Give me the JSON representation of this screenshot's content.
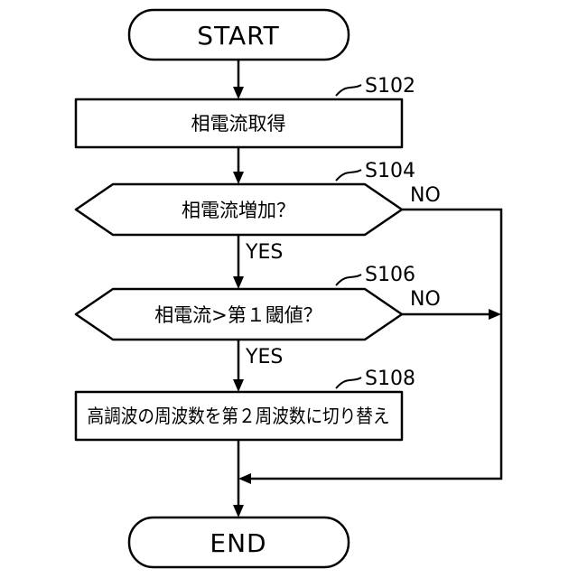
{
  "diagram": {
    "start_label": "START",
    "end_label": "END",
    "steps": {
      "s102": {
        "id": "S102",
        "text": "相電流取得"
      },
      "s104": {
        "id": "S104",
        "text": "相電流増加？"
      },
      "s106": {
        "id": "S106",
        "text": "相電流>第１閾値？"
      },
      "s108": {
        "id": "S108",
        "text": "高調波の周波数を第２周波数に切り替え"
      }
    },
    "edge_labels": {
      "s104_yes": "YES",
      "s104_no": "NO",
      "s106_yes": "YES",
      "s106_no": "NO"
    }
  }
}
